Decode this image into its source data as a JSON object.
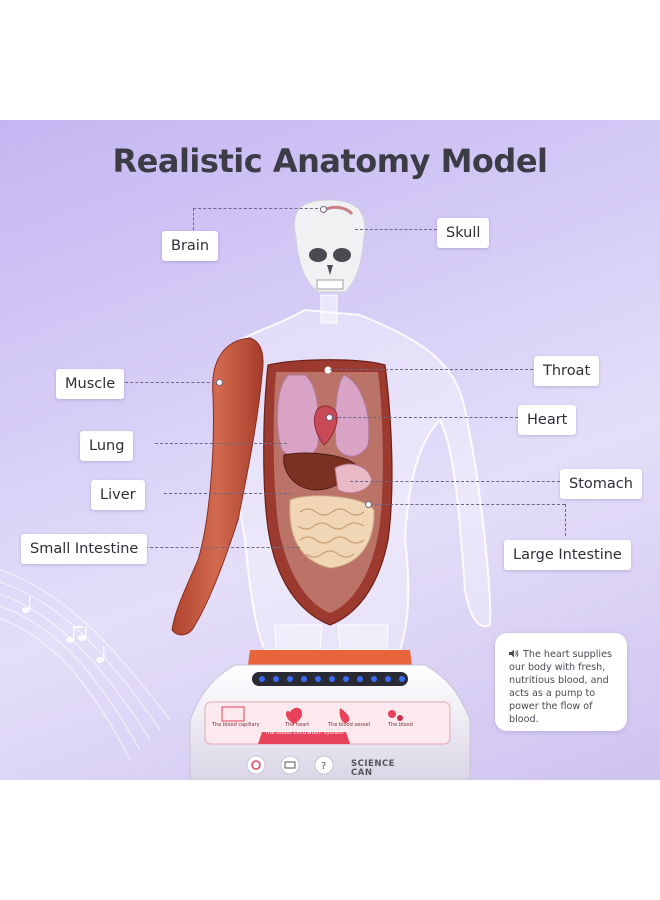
{
  "title": "Realistic Anatomy Model",
  "labels": {
    "brain": "Brain",
    "skull": "Skull",
    "muscle": "Muscle",
    "throat": "Throat",
    "heart": "Heart",
    "lung": "Lung",
    "liver": "Liver",
    "stomach": "Stomach",
    "small_intestine": "Small Intestine",
    "large_intestine": "Large Intestine"
  },
  "info_box": {
    "icon": "speaker-icon",
    "text": "The heart supplies our body with fresh, nutritious blood, and acts as a pump to power the flow of blood."
  },
  "base_panel": {
    "items": [
      "The blood capillary",
      "The heart",
      "The blood vessel",
      "The blood"
    ],
    "banner": "The blood circulation system",
    "buttons": [
      "power-icon",
      "battery-icon",
      "question-icon"
    ]
  },
  "brand": "SCIENCE CAN",
  "colors": {
    "background": "#cfc3f0",
    "title": "#3c3c46",
    "muscle": "#c4553e",
    "lung": "#d9a3c6",
    "intestine": "#f0d6b4",
    "liver": "#7a3122",
    "base_accent": "#e8425a",
    "led": "#3b6cf5"
  }
}
